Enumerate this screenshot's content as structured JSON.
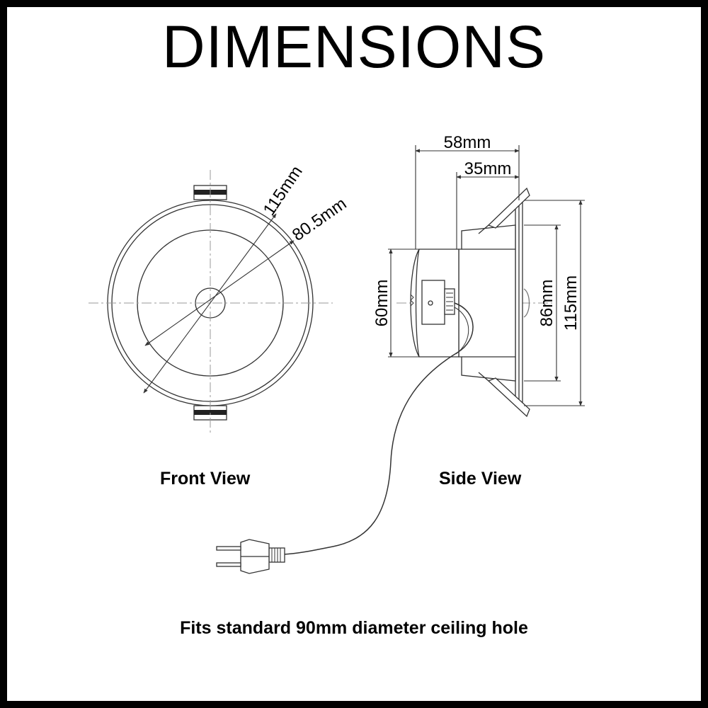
{
  "title": "DIMENSIONS",
  "front_view": {
    "label": "Front View",
    "outer_diameter": "115mm",
    "inner_diameter": "80.5mm"
  },
  "side_view": {
    "label": "Side View",
    "total_depth": "58mm",
    "body_depth": "35mm",
    "driver_height": "60mm",
    "inner_diameter": "86mm",
    "outer_diameter": "115mm"
  },
  "caption": "Fits standard 90mm diameter ceiling hole"
}
